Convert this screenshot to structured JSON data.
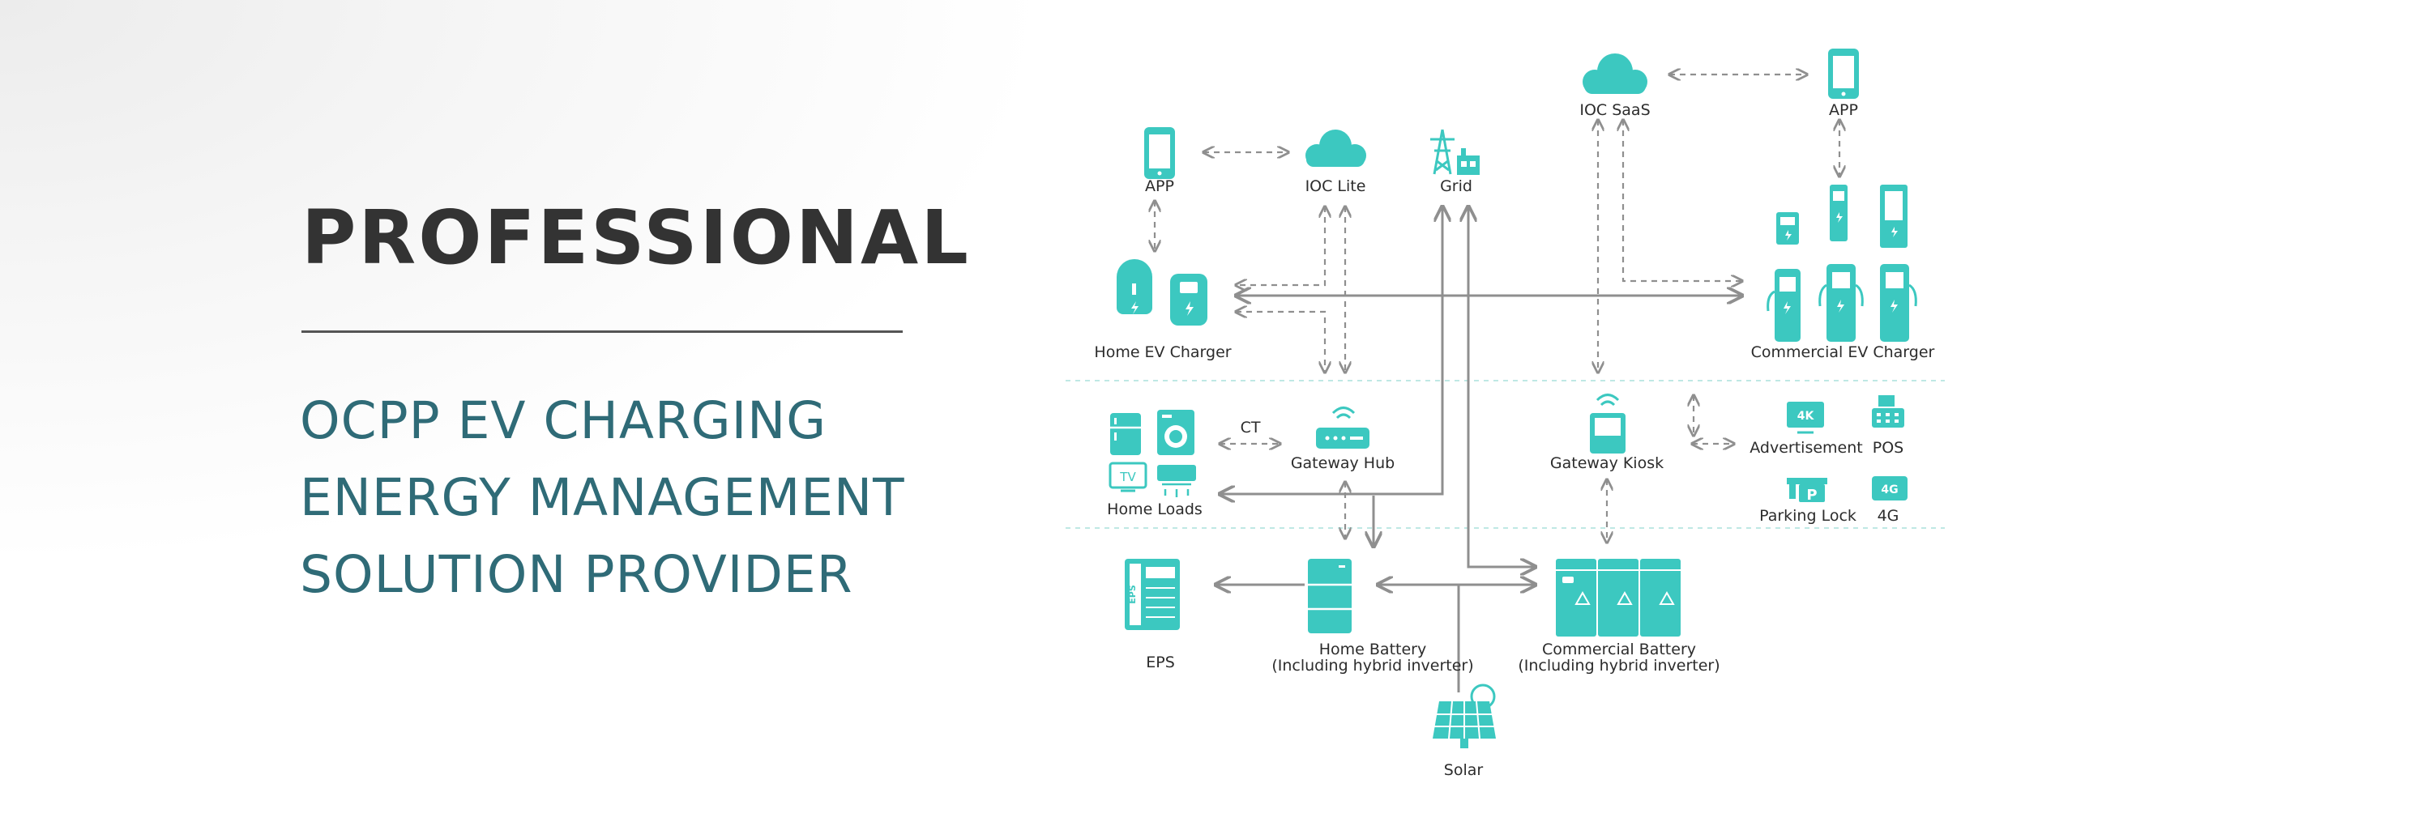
{
  "headline": "PROFESSIONAL",
  "subtitle_lines": [
    "OCPP EV CHARGING",
    "ENERGY MANAGEMENT",
    "SOLUTION PROVIDER"
  ],
  "colors": {
    "accent": "#3cc8c0",
    "line": "#8f8f8f",
    "headline": "#333333",
    "subtitle": "#2f6b77",
    "divider": "#bfe8e4"
  },
  "nodes": {
    "app_left": "APP",
    "ioc_lite": "IOC Lite",
    "grid": "Grid",
    "ioc_saas": "IOC SaaS",
    "app_right": "APP",
    "home_ev_charger": "Home EV Charger",
    "commercial_ev_charger": "Commercial EV Charger",
    "ct": "CT",
    "gateway_hub": "Gateway Hub",
    "home_loads": "Home Loads",
    "gateway_kiosk": "Gateway Kiosk",
    "advertisement": "Advertisement",
    "pos": "POS",
    "parking_lock": "Parking Lock",
    "four_g": "4G",
    "eps": "EPS",
    "home_battery": "Home Battery",
    "home_battery_note": "(Including hybrid inverter)",
    "commercial_battery": "Commercial Battery",
    "commercial_battery_note": "(Including hybrid inverter)",
    "solar": "Solar"
  },
  "icon_text": {
    "tv": "TV",
    "four_k": "4K",
    "four_g": "4G",
    "parking": "P",
    "eps": "EPS"
  }
}
